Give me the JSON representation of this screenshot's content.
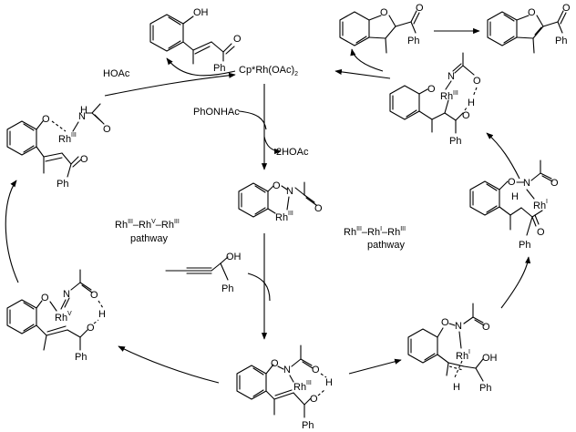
{
  "catalyst": {
    "main": "Cp*Rh(OAc)",
    "sub": "2"
  },
  "reagents": {
    "hoac": "HOAc",
    "phonhac": "PhONHAc",
    "two_hoac": "2HOAc",
    "oh": "OH",
    "ph": "Ph"
  },
  "pathways": {
    "left": {
      "rh1": "Rh",
      "ox1": "III",
      "rh2": "Rh",
      "ox2": "V",
      "rh3": "Rh",
      "ox3": "III",
      "word": "pathway"
    },
    "right": {
      "rh1": "Rh",
      "ox1": "III",
      "rh2": "Rh",
      "ox2": "I",
      "rh3": "Rh",
      "ox3": "III",
      "word": "pathway"
    }
  },
  "atoms": {
    "O": "O",
    "N": "N",
    "H": "H",
    "OH": "OH",
    "Ph": "Ph",
    "Rh": "Rh",
    "RhIII": "III",
    "RhV": "V",
    "RhI": "I"
  },
  "colors": {
    "ink": "#000000",
    "background": "#ffffff"
  }
}
